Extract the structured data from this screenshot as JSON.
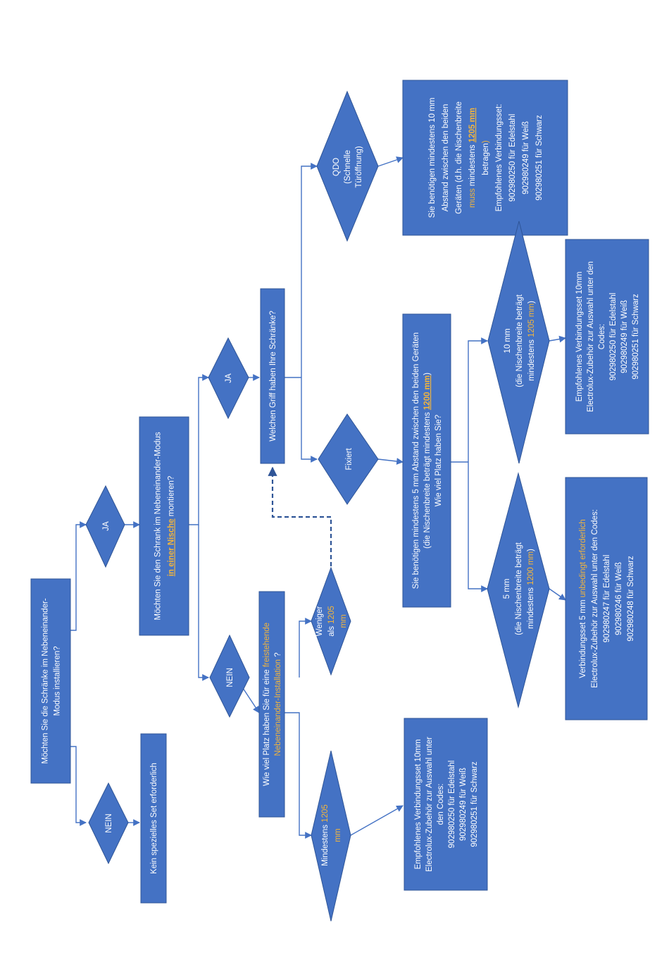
{
  "colors": {
    "node_fill": "#4472c4",
    "node_stroke": "#2f5597",
    "text": "#ffffff",
    "highlight": "#f3b53c"
  },
  "nodes": {
    "start_question": [
      [
        "Möchten Sie die Schränke im Nebeneinander-"
      ],
      [
        "Modus installieren?"
      ]
    ],
    "start_nein": [
      [
        "NEIN"
      ]
    ],
    "start_ja": [
      [
        "JA"
      ]
    ],
    "no_set_needed": [
      [
        "Kein spezielles Set erforderlich"
      ]
    ],
    "niche_question": [
      [
        "Möchten Sie den Schrank im Nebeneinander-Modus"
      ],
      [
        {
          "t": "in einer Nische",
          "s": "u"
        },
        " montieren?"
      ]
    ],
    "niche_ja": [
      [
        "JA"
      ]
    ],
    "niche_nein": [
      [
        "NEIN"
      ]
    ],
    "handle_question": [
      [
        "Welchen Griff haben Ihre Schränke?"
      ]
    ],
    "qdo_diamond": [
      [
        "QDO"
      ],
      [
        "(Schnelle"
      ],
      [
        "Türöffnung)"
      ]
    ],
    "fixed_diamond": [
      [
        "Fixiert"
      ]
    ],
    "qdo_result": [
      [
        "Sie benötigen mindestens 10 mm"
      ],
      [
        "Abstand zwischen den beiden"
      ],
      [
        "Geräten (d.h. die Nischenbreite"
      ],
      [
        {
          "t": "muss",
          "s": "h"
        },
        " mindestens ",
        {
          "t": "1205 mm",
          "s": "u"
        }
      ],
      [
        "betragen",
        {
          "t": ")",
          "s": "h"
        }
      ],
      [
        "Empfohlenes Verbindungsset:"
      ],
      [
        "902980250 für Edelstahl"
      ],
      [
        "902980249 für Weiß"
      ],
      [
        "902980251 für Schwarz"
      ]
    ],
    "fixed_result": [
      [
        "Sie benötigen mindestens 5 mm Abstand zwischen den beiden Geräten"
      ],
      [
        "(die Nischenbreite beträgt mindestens ",
        {
          "t": "1200 mm",
          "s": "u"
        },
        ")"
      ],
      [
        "Wie viel Platz haben Sie?"
      ]
    ],
    "ten_mm_diamond": [
      [
        "10 mm"
      ],
      [
        "(die Nischenbreite beträgt"
      ],
      [
        "mindestens ",
        {
          "t": "1205 mm",
          "s": "h"
        },
        ")"
      ]
    ],
    "five_mm_diamond": [
      [
        "5 mm"
      ],
      [
        "(die Nischenbreite beträgt"
      ],
      [
        "mindestens ",
        {
          "t": "1200 mm",
          "s": "h"
        },
        ")"
      ]
    ],
    "ten_mm_result": [
      [
        "Empfohlenes Verbindungsset 10mm"
      ],
      [
        "Electrolux-Zubehör zur Auswahl unter den"
      ],
      [
        "Codes:"
      ],
      [
        "902980250 für Edelstahl"
      ],
      [
        "902980249 für Weiß"
      ],
      [
        "902980251 für Schwarz"
      ]
    ],
    "five_mm_result": [
      [
        "Verbindungsset 5 mm ",
        {
          "t": "unbedingt erforderlich",
          "s": "h"
        }
      ],
      [
        "Electrolux-Zubehör zur Auswahl unter den Codes:"
      ],
      [
        "902980247 für Edelstahl"
      ],
      [
        "902980246 für Weiß"
      ],
      [
        "902980248 für Schwarz"
      ]
    ],
    "freestanding_question": [
      [
        "Wie viel Platz haben Sie für eine ",
        {
          "t": "freistehende",
          "s": "h"
        }
      ],
      [
        {
          "t": "Nebeneinander-Installation",
          "s": "h"
        },
        " ?"
      ]
    ],
    "less_1205_diamond": [
      [
        "Weniger"
      ],
      [
        "als ",
        {
          "t": "1205",
          "s": "h"
        }
      ],
      [
        {
          "t": "mm",
          "s": "h"
        }
      ]
    ],
    "min_1205_diamond": [
      [
        "Mindestens ",
        {
          "t": "1205",
          "s": "h"
        }
      ],
      [
        {
          "t": "mm",
          "s": "h"
        }
      ]
    ],
    "min_1205_result": [
      [
        "Empfohlenes Verbindungsset 10mm"
      ],
      [
        "Electrolux-Zubehör zur Auswahl unter"
      ],
      [
        "den Codes:"
      ],
      [
        "902980250 für Edelstahl"
      ],
      [
        "902980249 für Weiß"
      ],
      [
        "902980251 für Schwarz"
      ]
    ]
  }
}
